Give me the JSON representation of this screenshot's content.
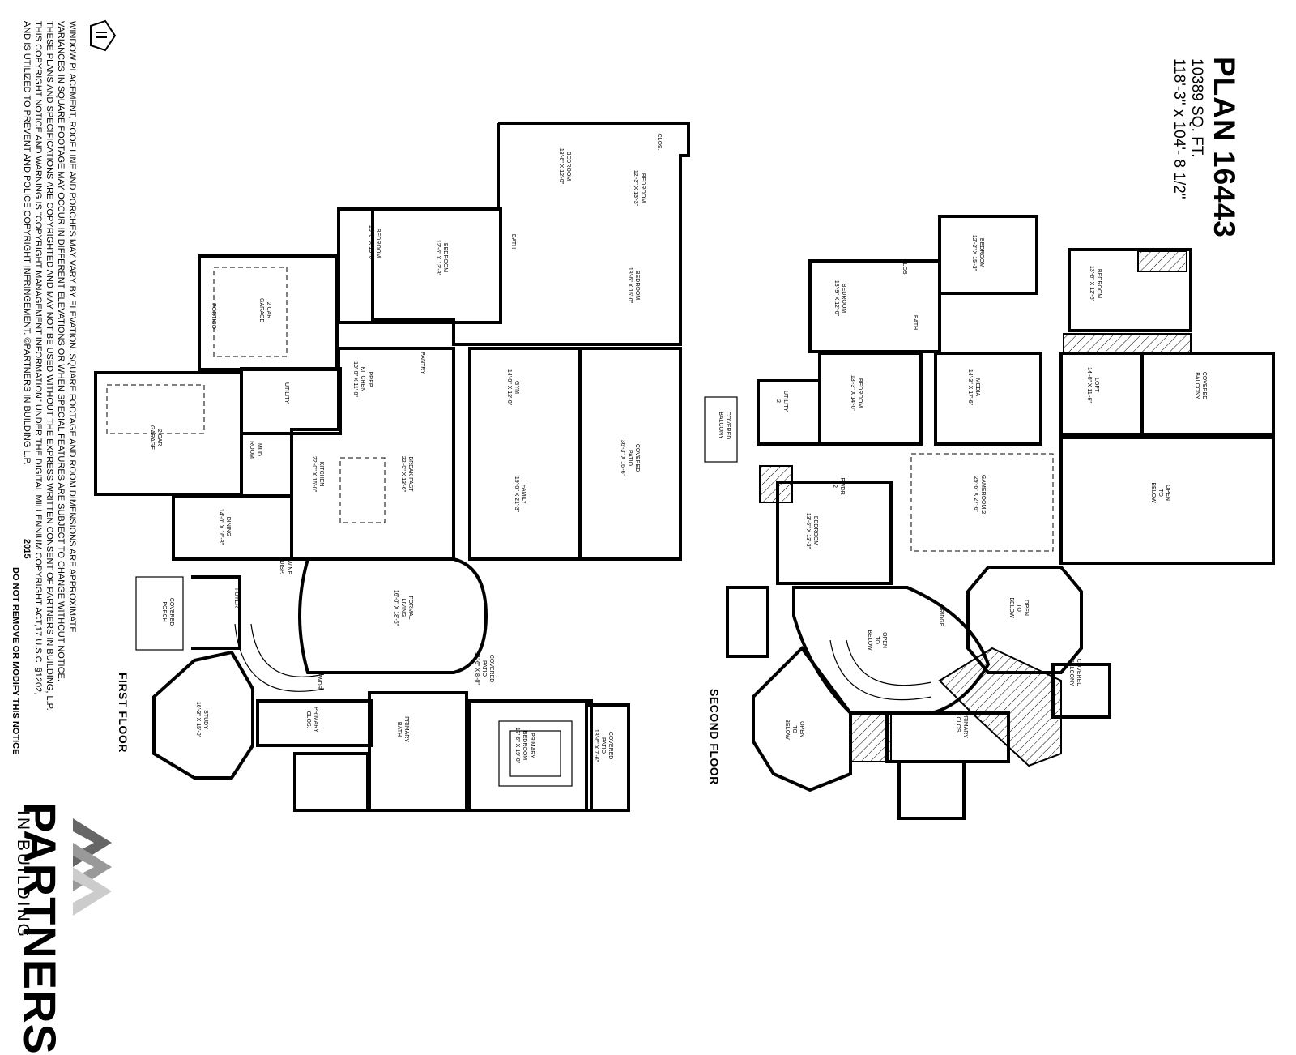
{
  "plan": {
    "title": "PLAN 16443",
    "sq_ft": "10389 SQ. FT.",
    "dimensions": "118'-3\" x 104'- 8 1/2\""
  },
  "floors": {
    "first": "FIRST FLOOR",
    "second": "SECOND FLOOR"
  },
  "disclaimer": [
    "WINDOW PLACEMENT, ROOF LINE AND PORCHES MAY VARY BY ELEVATION.  SQUARE FOOTAGE AND ROOM DIMENSIONS ARE APPROXIMATE.",
    "VARIANCES IN SQUARE FOOTAGE MAY OCCUR IN DIFFERENT ELEVATIONS OR WHEN SPECIAL FEATURES ARE SUBJECT TO CHANGE WITHOUT NOTICE.",
    "THESE PLANS AND SPECIFICATIONS ARE COPYRIGHTED AND MAY NOT BE USED WITHOUT THE EXPRESS WRITTEN CONSENT OF PARTNERS IN BUILDING, L.P.",
    "THIS COPYRIGHT NOTICE AND WARNING IS \"COPYRIGHT MANAGEMENT INFORMATION\" UNDER THE DIGITAL MILLENNIUM COPYRIGHT ACT,17 U.S.C.  §1202,",
    "AND IS UTILIZED TO PREVENT AND POLICE COPYRIGHT INFRINGEMENT.  ©PARTNERS IN BUILDING L.P."
  ],
  "notice_year": "2015",
  "notice": "DO NOT REMOVE OR MODIFY THIS NOTICE",
  "logo": {
    "word": "PARTNERS",
    "sub": "IN BUILDING"
  },
  "first_floor_rooms": {
    "bedroom_a": [
      "BEDROOM",
      "13'-6\" X 12'-0\""
    ],
    "bedroom_b": [
      "BEDROOM",
      "12'-3\" X 13'-3\""
    ],
    "bedroom_c": [
      "BEDROOM",
      "13'-0\" X 13'-0\""
    ],
    "bedroom_d": [
      "BEDROOM",
      "12'-6\" X 13'-3\""
    ],
    "bedroom_e": [
      "BEDROOM",
      "18'-6\" X 15'-0\""
    ],
    "garage_top": [
      "2 CAR",
      "GARAGE"
    ],
    "portico": [
      "PORTICO"
    ],
    "prep_kitchen": [
      "PREP",
      "KITCHEN",
      "13'-0\" X 11'-0\""
    ],
    "pantry": [
      "PANTRY"
    ],
    "utility": [
      "UTILITY"
    ],
    "gym": [
      "GYM",
      "14'-0\" X 12'-0\""
    ],
    "garage_bottom": [
      "2 CAR",
      "GARAGE"
    ],
    "mud_room": [
      "MUD",
      "ROOM"
    ],
    "kitchen": [
      "KITCHEN",
      "22'-0\" X 16'-0\""
    ],
    "breakfast": [
      "BREAK FAST",
      "22'-0\" X 13'-6\""
    ],
    "family": [
      "FAMILY",
      "19'-0\" X 21'-3\""
    ],
    "covered_patio": [
      "COVERED",
      "PATIO",
      "36'-3\" X 16'-6\""
    ],
    "dining": [
      "DINING",
      "14'-0\" X 16'-3\""
    ],
    "wine": [
      "WINE",
      "DISP."
    ],
    "foyer": [
      "FOYER"
    ],
    "formal_living": [
      "FORMAL",
      "LIVING",
      "16'-0\" X 18'-6\""
    ],
    "covered_porch": [
      "COVERED",
      "PORCH"
    ],
    "covered_patio_small": [
      "COVERED",
      "PATIO",
      "11'-6\" X 8'-0\""
    ],
    "pwdr": [
      "PWDR"
    ],
    "study": [
      "STUDY",
      "16'-3\" X 15'-0\""
    ],
    "primary_clos": [
      "PRIMARY",
      "CLOS."
    ],
    "primary_bath": [
      "PRIMARY",
      "BATH"
    ],
    "primary_bedroom": [
      "PRIMARY",
      "BEDROOM",
      "17'-6\" X 19'-0\""
    ],
    "covered_patio_primary": [
      "COVERED",
      "PATIO",
      "18'-6\" X 7'-6\""
    ],
    "bath": [
      "BATH"
    ],
    "clos": [
      "CLOS."
    ]
  },
  "second_floor_rooms": {
    "bedroom_1": [
      "BEDROOM",
      "13'-9\" X 12'-0\""
    ],
    "bedroom_2": [
      "BEDROOM",
      "12'-3\" X 15'-3\""
    ],
    "bedroom_3": [
      "BEDROOM",
      "13'-6\" X 12'-6\""
    ],
    "bedroom_4": [
      "BEDROOM",
      "13'-3\" X 14'-0\""
    ],
    "bedroom_5": [
      "BEDROOM",
      "13'-6\" X 13'-3\""
    ],
    "media": [
      "MEDIA",
      "14'-3\" X 17'-6\""
    ],
    "loft": [
      "LOFT",
      "14'-0\" X 11'-6\""
    ],
    "covered_balcony_top": [
      "COVERED",
      "BALCONY"
    ],
    "utility_2": [
      "UTILITY",
      "2"
    ],
    "covered_balcony_left": [
      "COVERED",
      "BALCONY"
    ],
    "gameroom": [
      "GAMEROOM  2",
      "29'-6\" X 27'-6\""
    ],
    "open_to_below_right": [
      "OPEN",
      "TO",
      "BELOW"
    ],
    "pwdr_2": [
      "PWDR",
      "2"
    ],
    "bridge": [
      "BRIDGE"
    ],
    "open_to_below_mid": [
      "OPEN",
      "TO",
      "BELOW"
    ],
    "open_to_below_stair": [
      "OPEN",
      "TO",
      "BELOW"
    ],
    "covered_balcony_right": [
      "COVERED",
      "BALCONY"
    ],
    "open_to_below_bottom": [
      "OPEN",
      "TO",
      "BELOW"
    ],
    "primary_clos_2": [
      "PRIMARY",
      "CLOS."
    ],
    "bath": [
      "BATH"
    ],
    "clos": [
      "CLOS."
    ]
  }
}
